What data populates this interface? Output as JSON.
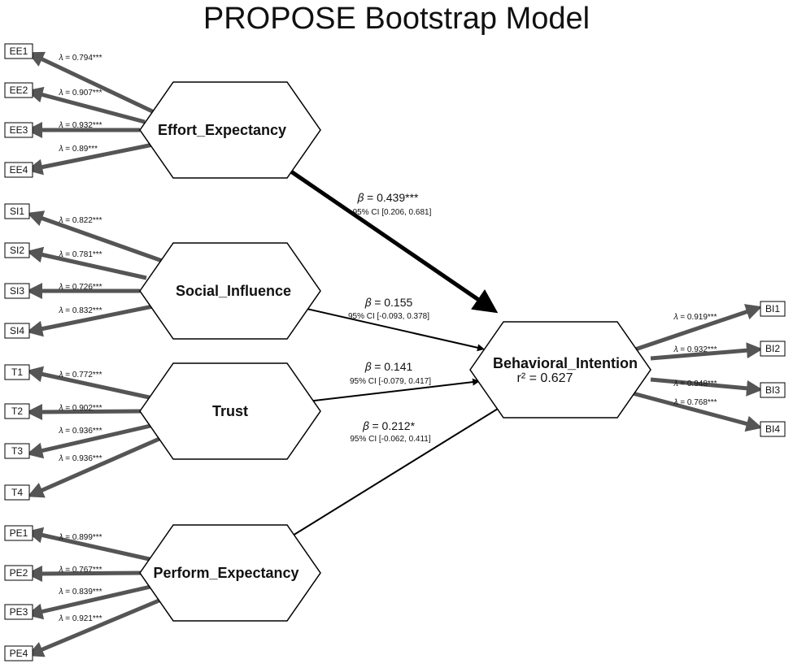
{
  "title": "PROPOSE Bootstrap Model",
  "constructs": {
    "ee": "Effort_Expectancy",
    "si": "Social_Influence",
    "trust": "Trust",
    "pe": "Perform_Expectancy",
    "bi": "Behavioral_Intention",
    "bi_r2": "r² = 0.627"
  },
  "indicators": {
    "ee": [
      {
        "label": "EE1",
        "loading": "𝜆 = 0.794***"
      },
      {
        "label": "EE2",
        "loading": "𝜆 = 0.907***"
      },
      {
        "label": "EE3",
        "loading": "𝜆 = 0.932***"
      },
      {
        "label": "EE4",
        "loading": "𝜆 = 0.89***"
      }
    ],
    "si": [
      {
        "label": "SI1",
        "loading": "𝜆 = 0.822***"
      },
      {
        "label": "SI2",
        "loading": "𝜆 = 0.781***"
      },
      {
        "label": "SI3",
        "loading": "𝜆 = 0.726***"
      },
      {
        "label": "SI4",
        "loading": "𝜆 = 0.832***"
      }
    ],
    "t": [
      {
        "label": "T1",
        "loading": "𝜆 = 0.772***"
      },
      {
        "label": "T2",
        "loading": "𝜆 = 0.902***"
      },
      {
        "label": "T3",
        "loading": "𝜆 = 0.936***"
      },
      {
        "label": "T4",
        "loading": "𝜆 = 0.936***"
      }
    ],
    "pe": [
      {
        "label": "PE1",
        "loading": "𝜆 = 0.899***"
      },
      {
        "label": "PE2",
        "loading": "𝜆 = 0.767***"
      },
      {
        "label": "PE3",
        "loading": "𝜆 = 0.839***"
      },
      {
        "label": "PE4",
        "loading": "𝜆 = 0.921***"
      }
    ],
    "bi": [
      {
        "label": "BI1",
        "loading": "𝜆 = 0.919***"
      },
      {
        "label": "BI2",
        "loading": "𝜆 = 0.932***"
      },
      {
        "label": "BI3",
        "loading": "𝜆 = 0.948***"
      },
      {
        "label": "BI4",
        "loading": "𝜆 = 0.768***"
      }
    ]
  },
  "paths": {
    "ee_bi": {
      "beta": "𝛽 = 0.439***",
      "ci": "95% CI [0.206, 0.681]"
    },
    "si_bi": {
      "beta": "𝛽 = 0.155",
      "ci": "95% CI [-0.093, 0.378]"
    },
    "t_bi": {
      "beta": "𝛽 = 0.141",
      "ci": "95% CI [-0.079, 0.417]"
    },
    "pe_bi": {
      "beta": "𝛽 = 0.212*",
      "ci": "95% CI [-0.062, 0.411]"
    }
  }
}
